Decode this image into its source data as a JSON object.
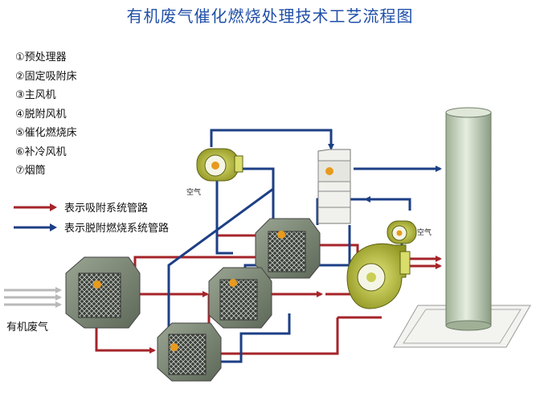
{
  "title": "有机废气催化燃烧处理技术工艺流程图",
  "components": [
    {
      "label": "①预处理器"
    },
    {
      "label": "②固定吸附床"
    },
    {
      "label": "③主风机"
    },
    {
      "label": "④脱附风机"
    },
    {
      "label": "⑤催化燃烧床"
    },
    {
      "label": "⑥补冷风机"
    },
    {
      "label": "⑦烟筒"
    }
  ],
  "pipe_legend": {
    "adsorption": {
      "label": "表示吸附系统管路",
      "color": "#a5242a"
    },
    "desorption": {
      "label": "表示脱附燃烧系统管路",
      "color": "#1d3f85"
    }
  },
  "labels": {
    "inlet": "有机废气",
    "air_top": "空气",
    "air_right": "空气"
  },
  "colors": {
    "title": "#1f4fa8",
    "stack": "#c9d6c0",
    "adsorber": "#7a8576",
    "fan": "#bcc23a",
    "badge": "#e89a1e"
  }
}
